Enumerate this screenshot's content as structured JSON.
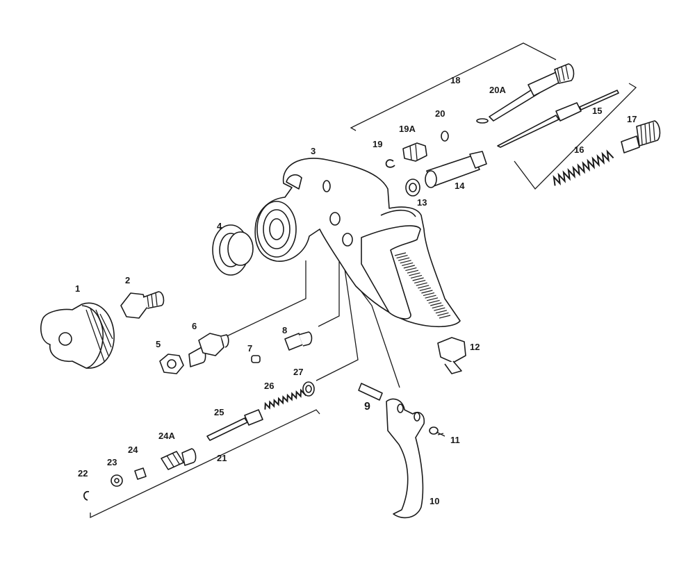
{
  "diagram": {
    "parts": [
      {
        "key": "p1",
        "label": "1"
      },
      {
        "key": "p2",
        "label": "2"
      },
      {
        "key": "p3",
        "label": "3"
      },
      {
        "key": "p4",
        "label": "4"
      },
      {
        "key": "p5",
        "label": "5"
      },
      {
        "key": "p6",
        "label": "6"
      },
      {
        "key": "p7",
        "label": "7"
      },
      {
        "key": "p8",
        "label": "8"
      },
      {
        "key": "p9",
        "label": "9"
      },
      {
        "key": "p10",
        "label": "10"
      },
      {
        "key": "p11",
        "label": "11"
      },
      {
        "key": "p12",
        "label": "12"
      },
      {
        "key": "p13",
        "label": "13"
      },
      {
        "key": "p14",
        "label": "14"
      },
      {
        "key": "p15",
        "label": "15"
      },
      {
        "key": "p16",
        "label": "16"
      },
      {
        "key": "p17",
        "label": "17"
      },
      {
        "key": "p18",
        "label": "18"
      },
      {
        "key": "p19",
        "label": "19"
      },
      {
        "key": "p19a",
        "label": "19A"
      },
      {
        "key": "p20",
        "label": "20"
      },
      {
        "key": "p20a",
        "label": "20A"
      },
      {
        "key": "p21",
        "label": "21"
      },
      {
        "key": "p22",
        "label": "22"
      },
      {
        "key": "p23",
        "label": "23"
      },
      {
        "key": "p24",
        "label": "24"
      },
      {
        "key": "p24a",
        "label": "24A"
      },
      {
        "key": "p25",
        "label": "25"
      },
      {
        "key": "p26",
        "label": "26"
      },
      {
        "key": "p27",
        "label": "27"
      }
    ]
  }
}
